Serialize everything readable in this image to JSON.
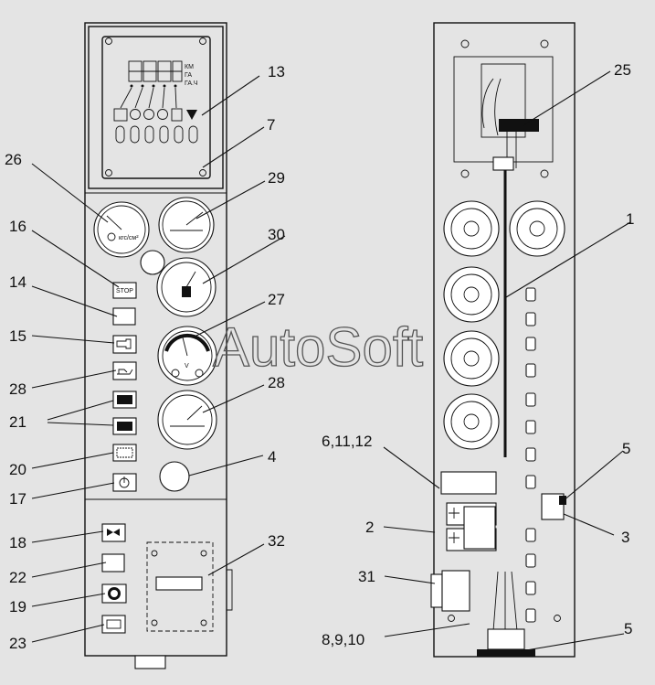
{
  "watermark": "AutoSoft",
  "labels": {
    "l26": "26",
    "l16": "16",
    "l14": "14",
    "l15": "15",
    "l28a": "28",
    "l21": "21",
    "l20": "20",
    "l17": "17",
    "l18": "18",
    "l22": "22",
    "l19": "19",
    "l23": "23",
    "l13": "13",
    "l7": "7",
    "l29": "29",
    "l30": "30",
    "l27": "27",
    "l28b": "28",
    "l4": "4",
    "l32": "32",
    "l25": "25",
    "l1": "1",
    "l6_11_12": "6,11,12",
    "l5a": "5",
    "l2": "2",
    "l3": "3",
    "l31": "31",
    "l8_9_10": "8,9,10",
    "l5b": "5"
  },
  "display": {
    "km": "КМ",
    "ga": "ГА",
    "gach": "ГА.Ч"
  },
  "gauges": {
    "pressure_unit": "кгс/см²",
    "volt_unit": "V"
  },
  "buttons": {
    "stop": "STOP"
  },
  "colors": {
    "background": "#e4e4e4",
    "line": "#111111",
    "watermark": "#555555"
  }
}
